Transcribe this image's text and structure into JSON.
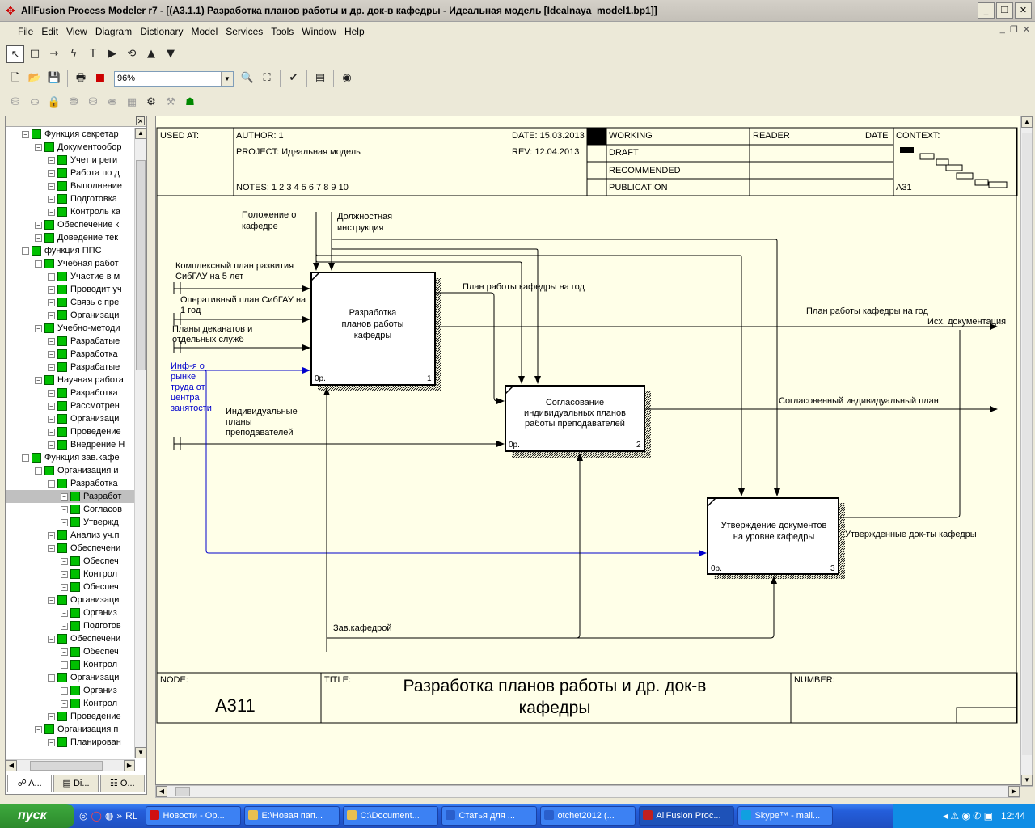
{
  "window": {
    "title": "AllFusion Process Modeler r7 - [(A3.1.1) Разработка  планов работы  и др. док-в кафедры - Идеальная модель  [Idealnaya_model1.bp1]]"
  },
  "menu": [
    "File",
    "Edit",
    "View",
    "Diagram",
    "Dictionary",
    "Model",
    "Services",
    "Tools",
    "Window",
    "Help"
  ],
  "toolbar": {
    "zoom": "96%"
  },
  "tree": {
    "rows": [
      {
        "indent": 1,
        "label": "Функция секретар"
      },
      {
        "indent": 2,
        "label": "Документообор"
      },
      {
        "indent": 3,
        "label": "Учет и реги"
      },
      {
        "indent": 3,
        "label": "Работа по д"
      },
      {
        "indent": 3,
        "label": "Выполнение"
      },
      {
        "indent": 3,
        "label": "Подготовка"
      },
      {
        "indent": 3,
        "label": "Контроль ка"
      },
      {
        "indent": 2,
        "label": "Обеспечение к"
      },
      {
        "indent": 2,
        "label": "Доведение тек"
      },
      {
        "indent": 1,
        "label": "функция ППС"
      },
      {
        "indent": 2,
        "label": "Учебная  работ"
      },
      {
        "indent": 3,
        "label": "Участие в  м"
      },
      {
        "indent": 3,
        "label": "Проводит уч"
      },
      {
        "indent": 3,
        "label": "Связь с пре"
      },
      {
        "indent": 3,
        "label": "Организаци"
      },
      {
        "indent": 2,
        "label": "Учебно-методи"
      },
      {
        "indent": 3,
        "label": "Разрабатые"
      },
      {
        "indent": 3,
        "label": "Разработка"
      },
      {
        "indent": 3,
        "label": "Разрабатые"
      },
      {
        "indent": 2,
        "label": "Научная работа"
      },
      {
        "indent": 3,
        "label": "Разработка"
      },
      {
        "indent": 3,
        "label": "Рассмотрен"
      },
      {
        "indent": 3,
        "label": "Организаци"
      },
      {
        "indent": 3,
        "label": "Проведение"
      },
      {
        "indent": 3,
        "label": "Внедрение Н"
      },
      {
        "indent": 1,
        "label": "Функция зав.кафе"
      },
      {
        "indent": 2,
        "label": "Организация  и"
      },
      {
        "indent": 3,
        "label": "Разработка"
      },
      {
        "indent": 4,
        "label": "Разработ",
        "selected": true
      },
      {
        "indent": 4,
        "label": "Согласов"
      },
      {
        "indent": 4,
        "label": "Утвержд"
      },
      {
        "indent": 3,
        "label": "Анализ уч.п"
      },
      {
        "indent": 3,
        "label": "Обеспечени"
      },
      {
        "indent": 4,
        "label": "Обеспеч"
      },
      {
        "indent": 4,
        "label": "Контрол"
      },
      {
        "indent": 4,
        "label": "Обеспеч"
      },
      {
        "indent": 3,
        "label": "Организаци"
      },
      {
        "indent": 4,
        "label": "Организ"
      },
      {
        "indent": 4,
        "label": "Подготов"
      },
      {
        "indent": 3,
        "label": "Обеспечени"
      },
      {
        "indent": 4,
        "label": "Обеспеч"
      },
      {
        "indent": 4,
        "label": "Контрол"
      },
      {
        "indent": 3,
        "label": "Организаци"
      },
      {
        "indent": 4,
        "label": "Организ"
      },
      {
        "indent": 4,
        "label": "Контрол"
      },
      {
        "indent": 3,
        "label": "Проведение"
      },
      {
        "indent": 2,
        "label": "Организация  п"
      },
      {
        "indent": 3,
        "label": "Планирован"
      }
    ],
    "tabs": [
      "A...",
      "Di...",
      "O..."
    ]
  },
  "header": {
    "used_at": "USED AT:",
    "author": "AUTHOR:  1",
    "project": "PROJECT:  Идеальная модель",
    "date": "DATE:  15.03.2013",
    "rev": "REV:    12.04.2013",
    "notes": "NOTES:  1  2  3  4  5  6  7  8  9  10",
    "working": "WORKING",
    "draft": "DRAFT",
    "recommended": "RECOMMENDED",
    "publication": "PUBLICATION",
    "reader": "READER",
    "reader_date": "DATE",
    "context": "CONTEXT:",
    "context_node": "A31"
  },
  "activities": [
    {
      "lines": [
        "Разработка",
        "планов работы",
        "кафедры"
      ],
      "cost": "0р.",
      "num": "1"
    },
    {
      "lines": [
        "Согласование",
        "индивидуальных планов",
        "работы преподавателей"
      ],
      "cost": "0р.",
      "num": "2"
    },
    {
      "lines": [
        "Утверждение документов",
        "на уровне кафедры"
      ],
      "cost": "0р.",
      "num": "3"
    }
  ],
  "arrows": {
    "polozhenie": [
      "Положение о",
      "кафедре"
    ],
    "dolzhnostnaya": [
      "Должностная",
      "инструкция"
    ],
    "kompleksny": [
      "Комплексный план развития",
      "СибГАУ на 5 лет"
    ],
    "operativny": [
      "Оперативный план СибГАУ на",
      "1 год"
    ],
    "plany_dekanatov": [
      "Планы деканатов и",
      "отдельных служб"
    ],
    "inf_rynok": [
      "Инф-я о",
      "рынке",
      "труда от",
      "центра",
      "занятости"
    ],
    "individualnye": [
      "Индивидуальные",
      "планы",
      "преподавателей"
    ],
    "plan_out_1": "План работы кафедры на год",
    "plan_out_2": "План работы кафедры на год",
    "isx_doc": "Исх. документация",
    "soglas_plan": "Согласовенный индивидуальный план",
    "utverzhd": "Утвержденные док-ты кафедры",
    "zav": "Зав.кафедрой"
  },
  "footer": {
    "node_label": "NODE:",
    "node": "A311",
    "title_label": "TITLE:",
    "title_lines": [
      "Разработка  планов работы  и др. док-в",
      "кафедры"
    ],
    "number_label": "NUMBER:"
  },
  "taskbar": {
    "start": "пуск",
    "lang": "RL",
    "tasks": [
      {
        "label": "Новости - Ор...",
        "color": "#d01010"
      },
      {
        "label": "E:\\Новая пап...",
        "color": "#e8c050"
      },
      {
        "label": "C:\\Document...",
        "color": "#e8c050"
      },
      {
        "label": "Статья для ...",
        "color": "#2a5fcc"
      },
      {
        "label": "otchet2012 (...",
        "color": "#2a5fcc"
      },
      {
        "label": "AllFusion Proc...",
        "color": "#c02020",
        "active": true
      },
      {
        "label": "Skype™ - mali...",
        "color": "#10a0e0"
      }
    ],
    "clock": "12:44"
  }
}
